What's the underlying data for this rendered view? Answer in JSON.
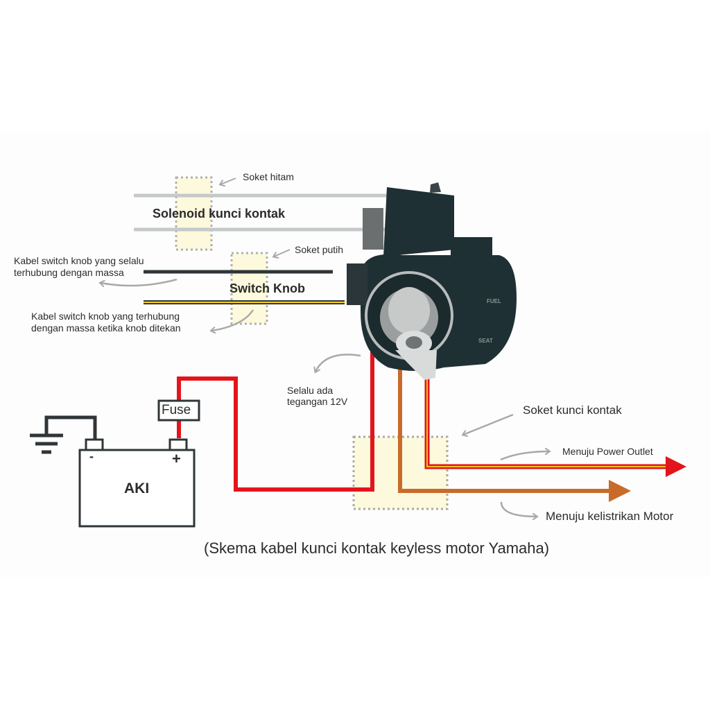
{
  "title": "Skema kabel kunci kontak keyless motor Yamaha",
  "caption": "(Skema kabel kunci kontak keyless motor Yamaha)",
  "labels": {
    "soket_hitam": "Soket hitam",
    "solenoid": "Solenoid kunci kontak",
    "soket_putih": "Soket putih",
    "switch_knob": "Switch Knob",
    "kabel_massa_line1": "Kabel switch knob yang selalu",
    "kabel_massa_line2": "terhubung dengan massa",
    "kabel_tekan_line1": "Kabel switch knob yang terhubung",
    "kabel_tekan_line2": "dengan massa ketika knob ditekan",
    "selalu_line1": "Selalu ada",
    "selalu_line2": "tegangan 12V",
    "soket_kunci_kontak": "Soket kunci kontak",
    "power_outlet": "Menuju Power Outlet",
    "kelistrikan": "Menuju kelistrikan Motor",
    "fuse": "Fuse",
    "aki": "AKI",
    "minus": "-",
    "plus": "+",
    "device_fuel": "FUEL",
    "device_seat": "SEAT"
  },
  "colors": {
    "wire_red": "#e3141c",
    "wire_orange": "#c86b2a",
    "wire_yellow": "#f5d21a",
    "wire_black": "#2f3538",
    "wire_gray": "#c5c9c9",
    "socket_fill": "#fdf9dc",
    "socket_border": "#a9a9a9",
    "device_body": "#1f3034",
    "arrow_gray": "#a8a8a8"
  }
}
